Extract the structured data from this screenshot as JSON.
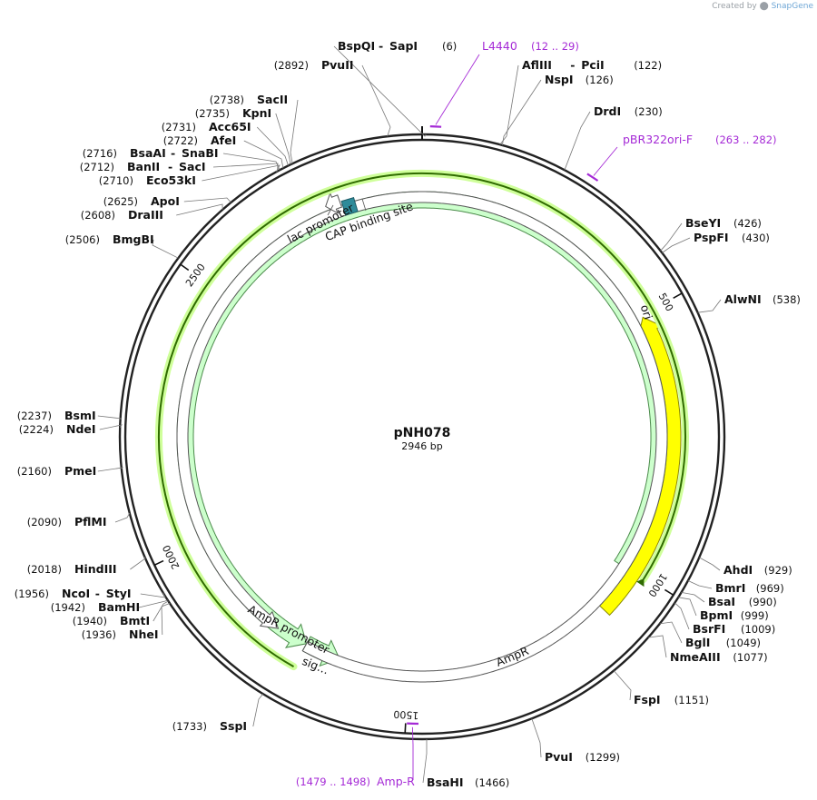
{
  "credit": {
    "prefix": "Created by",
    "brand": "SnapGene"
  },
  "plasmid": {
    "name": "pNH078",
    "length_label": "2946 bp",
    "length": 2946
  },
  "ticks": [
    {
      "bp": 500,
      "label": "500"
    },
    {
      "bp": 1000,
      "label": "1000"
    },
    {
      "bp": 1500,
      "label": "1500"
    },
    {
      "bp": 2000,
      "label": "2000"
    },
    {
      "bp": 2500,
      "label": "2500"
    }
  ],
  "features": [
    {
      "name": "ori",
      "start": 1093,
      "end": 504,
      "strand": -1,
      "color": "#ffff00",
      "stroke": "#8a8a00"
    },
    {
      "name": "AmpR",
      "start": 1005,
      "end": 1712,
      "strand": -1,
      "color": "#ccffcc",
      "stroke": "#4a8a4a"
    },
    {
      "name": "sig…",
      "start": 1712,
      "end": 1640,
      "strand": -1,
      "color": "#ccffcc",
      "stroke": "#4a8a4a"
    },
    {
      "name": "AmpR promoter",
      "start": 1712,
      "end": 1775,
      "strand": -1,
      "color": "#ffffff",
      "stroke": "#555555"
    },
    {
      "name": "lac promoter",
      "start": 2788,
      "end": 2760,
      "strand": -1,
      "color": "#ffffff",
      "stroke": "#555555"
    },
    {
      "name": "CAP binding site",
      "start": 2810,
      "end": 2796,
      "strand": 0,
      "color": "#2e8b9a",
      "stroke": "#1d5b66"
    }
  ],
  "orf": {
    "start": 1005,
    "end": 1712,
    "color": "#2f6b00",
    "glow": "#cfff9a"
  },
  "enzymes": [
    {
      "name": "BspQI",
      "name2": "SapI",
      "pos": "(6)",
      "bp": 6
    },
    {
      "name": "PvuII",
      "pos": "(2892)",
      "bp": 2892
    },
    {
      "name": "AflIII",
      "name2": "PciI",
      "pos": "(122)",
      "bp": 122
    },
    {
      "name": "NspI",
      "pos": "(126)",
      "bp": 126
    },
    {
      "name": "DrdI",
      "pos": "(230)",
      "bp": 230
    },
    {
      "name": "BseYI",
      "pos": "(426)",
      "bp": 426
    },
    {
      "name": "PspFI",
      "pos": "(430)",
      "bp": 430
    },
    {
      "name": "AlwNI",
      "pos": "(538)",
      "bp": 538
    },
    {
      "name": "AhdI",
      "pos": "(929)",
      "bp": 929
    },
    {
      "name": "BmrI",
      "pos": "(969)",
      "bp": 969
    },
    {
      "name": "BsaI",
      "pos": "(990)",
      "bp": 990
    },
    {
      "name": "BpmI",
      "pos": "(999)",
      "bp": 999
    },
    {
      "name": "BsrFI",
      "pos": "(1009)",
      "bp": 1009
    },
    {
      "name": "BglI",
      "pos": "(1049)",
      "bp": 1049
    },
    {
      "name": "NmeAIII",
      "pos": "(1077)",
      "bp": 1077
    },
    {
      "name": "FspI",
      "pos": "(1151)",
      "bp": 1151
    },
    {
      "name": "PvuI",
      "pos": "(1299)",
      "bp": 1299
    },
    {
      "name": "BsaHI",
      "pos": "(1466)",
      "bp": 1466
    },
    {
      "name": "SspI",
      "pos": "(1733)",
      "bp": 1733
    },
    {
      "name": "NheI",
      "pos": "(1936)",
      "bp": 1936
    },
    {
      "name": "BmtI",
      "pos": "(1940)",
      "bp": 1940
    },
    {
      "name": "BamHI",
      "pos": "(1942)",
      "bp": 1942
    },
    {
      "name": "NcoI",
      "name2": "StyI",
      "pos": "(1956)",
      "bp": 1956
    },
    {
      "name": "HindIII",
      "pos": "(2018)",
      "bp": 2018
    },
    {
      "name": "PflMI",
      "pos": "(2090)",
      "bp": 2090
    },
    {
      "name": "PmeI",
      "pos": "(2160)",
      "bp": 2160
    },
    {
      "name": "NdeI",
      "pos": "(2224)",
      "bp": 2224
    },
    {
      "name": "BsmI",
      "pos": "(2237)",
      "bp": 2237
    },
    {
      "name": "BmgBI",
      "pos": "(2506)",
      "bp": 2506
    },
    {
      "name": "DraIII",
      "pos": "(2608)",
      "bp": 2608
    },
    {
      "name": "ApoI",
      "pos": "(2625)",
      "bp": 2625
    },
    {
      "name": "Eco53kI",
      "pos": "(2710)",
      "bp": 2710
    },
    {
      "name": "BanII",
      "name2": "SacI",
      "pos": "(2712)",
      "bp": 2712
    },
    {
      "name": "BsaAI",
      "name2": "SnaBI",
      "pos": "(2716)",
      "bp": 2716
    },
    {
      "name": "AfeI",
      "pos": "(2722)",
      "bp": 2722
    },
    {
      "name": "Acc65I",
      "pos": "(2731)",
      "bp": 2731
    },
    {
      "name": "KpnI",
      "pos": "(2735)",
      "bp": 2735
    },
    {
      "name": "SacII",
      "pos": "(2738)",
      "bp": 2738
    }
  ],
  "primers": [
    {
      "name": "L4440",
      "range": "(12 .. 29)",
      "start": 12,
      "end": 29
    },
    {
      "name": "pBR322ori-F",
      "range": "(263 .. 282)",
      "start": 263,
      "end": 282
    },
    {
      "name": "Amp-R",
      "range": "(1479 .. 1498)",
      "start": 1479,
      "end": 1498
    }
  ]
}
